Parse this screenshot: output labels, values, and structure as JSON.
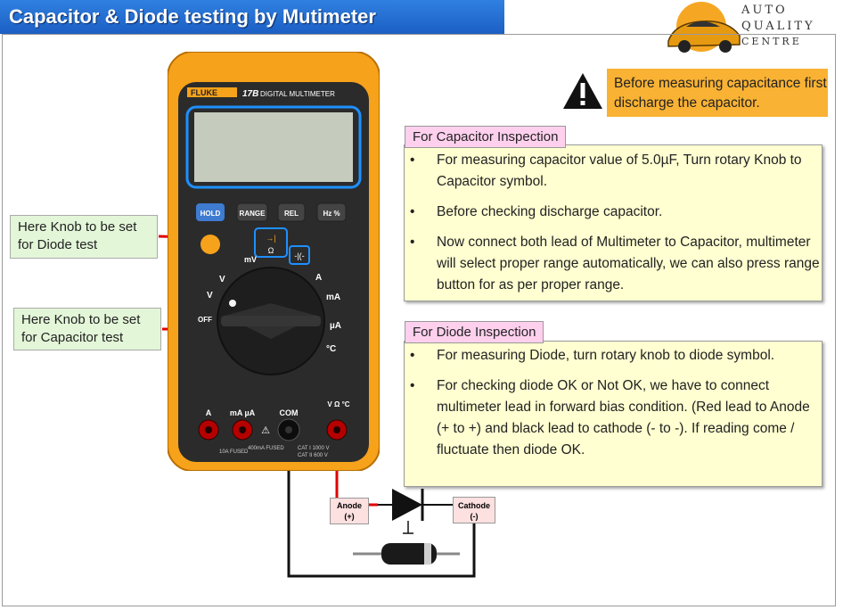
{
  "title": "Capacitor & Diode testing by Mutimeter",
  "logo": {
    "line1": "AUTO",
    "line2": "QUALITY",
    "line3": "CENTRE"
  },
  "warning": {
    "text": "Before measuring capacitance first discharge the capacitor.",
    "icon": "warning-triangle-icon"
  },
  "capacitor": {
    "label": "For Capacitor Inspection",
    "items": [
      "For measuring capacitor value of 5.0µF, Turn rotary Knob to Capacitor symbol.",
      "Before checking discharge capacitor.",
      "Now connect both lead of Multimeter to Capacitor, multimeter will select proper range automatically, we can also press range button for as per proper range."
    ]
  },
  "diode": {
    "label": "For Diode Inspection",
    "items": [
      "For measuring Diode, turn rotary knob to diode symbol.",
      "For checking diode OK or Not OK, we have to connect multimeter lead in forward bias condition. (Red lead to Anode (+ to +) and black lead to cathode (- to -). If reading come / fluctuate then diode OK."
    ]
  },
  "callouts": {
    "diode_test": "Here Knob to be set for Diode test",
    "capacitor_test": "Here Knob to be set for Capacitor test"
  },
  "multimeter": {
    "brand": "FLUKE",
    "model": "17B",
    "subtitle": "DIGITAL MULTIMETER",
    "buttons": [
      "HOLD",
      "RANGE",
      "REL",
      "Hz %"
    ],
    "dial": {
      "off": "OFF",
      "v_ac": "V",
      "v_dc": "V",
      "mv": "mV",
      "ohm": "Ω",
      "a": "A",
      "ma": "mA",
      "ua": "µA",
      "temp": "°C"
    },
    "jacks": [
      "A",
      "mA µA",
      "COM",
      "V Ω °C"
    ],
    "fused_1": "10A FUSED",
    "fused_2": "400mA FUSED",
    "cat_1": "CAT I 1000 V",
    "cat_2": "CAT II 600 V"
  },
  "diode_circuit": {
    "anode": "Anode",
    "anode_sign": "(+)",
    "cathode": "Cathode",
    "cathode_sign": "(-)"
  },
  "colors": {
    "title_bar": "#1c5fc4",
    "meter_body": "#f7a21b",
    "warning": "#f9b233",
    "note_bg": "#ffffd1",
    "label_bg": "#ffd0ee",
    "callout_bg": "#e3f6d8",
    "red_lead": "#e00000"
  }
}
